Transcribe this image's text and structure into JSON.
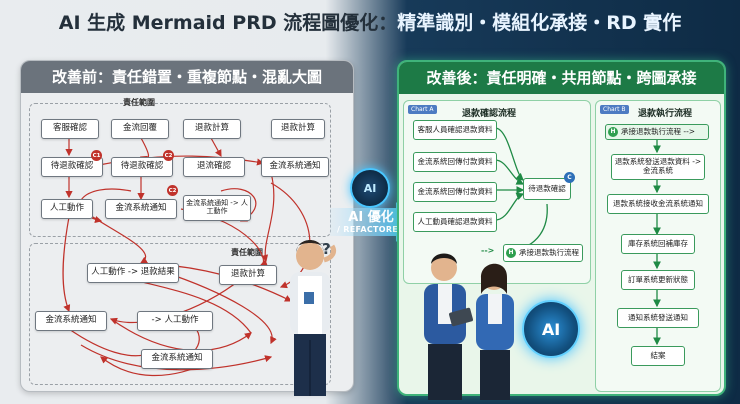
{
  "title": {
    "left": "AI 生成 Mermaid PRD 流程圖優化：",
    "right": "精準識別・模組化承接・RD 實作"
  },
  "before": {
    "header": "改善前：責任錯置・重複節點・混亂大圖",
    "zone_label_1": "責任範圍",
    "zone_label_2": "責任範圍",
    "badges": [
      "C1",
      "C2",
      "C2"
    ],
    "nodes": [
      "客服確認",
      "金流回覆",
      "退款計算",
      "退款計算",
      "待退款確認",
      "待退款確認",
      "退流確認",
      "金流系統通知",
      "人工動作",
      "金流系統通知",
      "金流系統通知 -> 人工動作",
      "人工動作 -> 退款結果",
      "退款計算",
      "金流系統通知",
      "-> 人工動作",
      "金流系統通知"
    ]
  },
  "middle": {
    "chip": "AI",
    "main": "AI 優化",
    "sub": "/ REFACTORED",
    "question": "?"
  },
  "after": {
    "header": "改善後：責任明確・共用節點・跨圖承接",
    "chart_a": {
      "tag": "Chart A",
      "title": "退款確認流程",
      "nodes": [
        "客服人員確認退款資料",
        "金流系統回傳付款資料",
        "金流系統回傳付款資料",
        "人工動員確認退款資料"
      ],
      "merge": "待退款確認",
      "merge_badge": "C",
      "handoff_prefix": "-->",
      "handoff_badge": "H",
      "handoff": "承接退款執行流程"
    },
    "chart_b": {
      "tag": "Chart B",
      "title": "退款執行流程",
      "start_badge": "H",
      "start": "承接退款執行流程 -->",
      "nodes": [
        "退款系統發送退款資料 -> 金流系統",
        "退款系統接收金流系統通知",
        "庫存系統回補庫存",
        "訂單系統更新狀態",
        "通知系統發送通知",
        "結案"
      ]
    },
    "ai": "AI"
  },
  "colors": {
    "arrow_red": "#c0322b",
    "green": "#2f9f4f",
    "blue_glow": "#49c6ff"
  }
}
